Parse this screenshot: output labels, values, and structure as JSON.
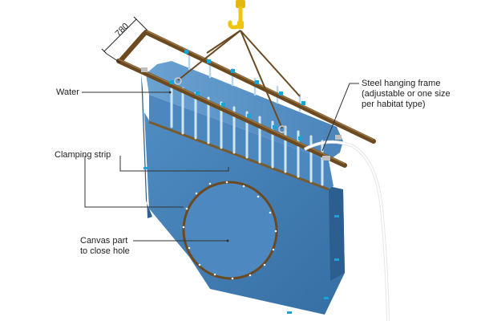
{
  "dimension": "780",
  "labels": {
    "water": "Water",
    "clamping_strip": "Clamping strip",
    "canvas": [
      "Canvas part",
      "to close hole"
    ],
    "frame": [
      "Steel hanging frame",
      "(adjustable or one size",
      "per habitat type)"
    ]
  },
  "colors": {
    "bag_body": "#3f7ab0",
    "bag_front": "#4a86bd",
    "bag_top": "#2f6aa0",
    "water": "#5791c4",
    "frame": "#6b4a22",
    "strip": "#7a5a2c",
    "ties": "#cfe6f5",
    "connectors": "#1aa3d8",
    "hook": "#f1c40f",
    "hose": "#f2f2f2"
  }
}
